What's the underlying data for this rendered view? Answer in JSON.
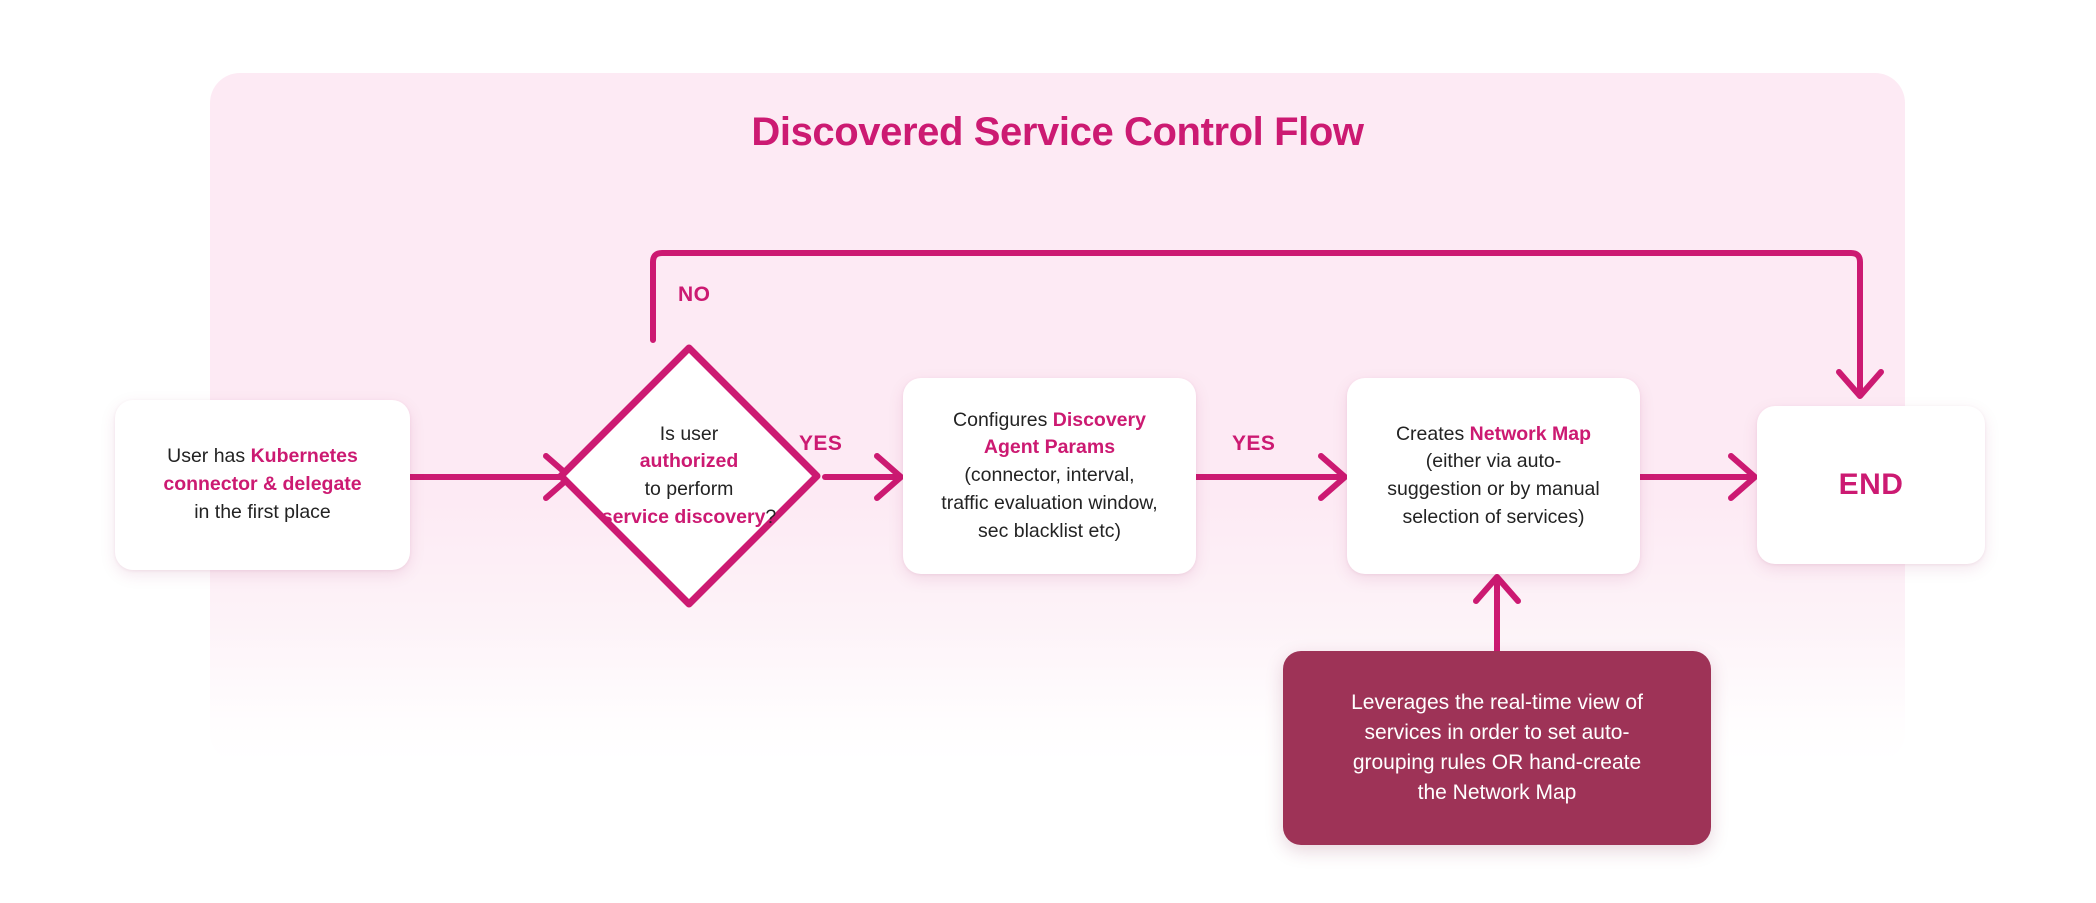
{
  "diagram": {
    "title": "Discovered Service Control Flow",
    "type": "flowchart",
    "colors": {
      "accent": "#cc1a72",
      "panel_background": "#fdeaf4",
      "note_background": "#9e3357",
      "node_background": "#ffffff",
      "body_text": "#232323",
      "page_background": "#ffffff"
    }
  },
  "nodes": {
    "start": {
      "shape": "rounded-rect",
      "line1_plain": "User has ",
      "line1_highlight": "Kubernetes",
      "line2_highlight": "connector & delegate",
      "line3_plain": "in the first place"
    },
    "decision": {
      "shape": "diamond",
      "line1": "Is user",
      "line2_highlight": "authorized",
      "line3": "to perform",
      "line4_highlight": "service discovery",
      "line4_suffix": "?"
    },
    "params": {
      "shape": "rounded-rect",
      "line1_plain": "Configures ",
      "line1_highlight": "Discovery",
      "line2_highlight": "Agent Params",
      "line3": "(connector, interval,",
      "line4": "traffic evaluation window,",
      "line5": "sec blacklist etc)"
    },
    "netmap": {
      "shape": "rounded-rect",
      "line1_plain": "Creates ",
      "line1_highlight": "Network Map",
      "line2": "(either via auto-",
      "line3": "suggestion or by manual",
      "line4": "selection of services)"
    },
    "end": {
      "shape": "rounded-rect",
      "label": "END"
    },
    "note": {
      "shape": "rounded-rect-filled",
      "line1": "Leverages the real-time view of",
      "line2": "services in order to set auto-",
      "line3": "grouping rules OR hand-create",
      "line4": "the Network Map"
    }
  },
  "edges": {
    "start_to_decision": {
      "label": "",
      "direction": "right"
    },
    "decision_no": {
      "label": "NO",
      "direction": "up-right-down",
      "target": "end"
    },
    "decision_yes": {
      "label": "YES",
      "direction": "right",
      "target": "params"
    },
    "params_to_netmap": {
      "label": "YES",
      "direction": "right"
    },
    "netmap_to_end": {
      "label": "",
      "direction": "right"
    },
    "note_to_netmap": {
      "label": "",
      "direction": "up"
    }
  }
}
